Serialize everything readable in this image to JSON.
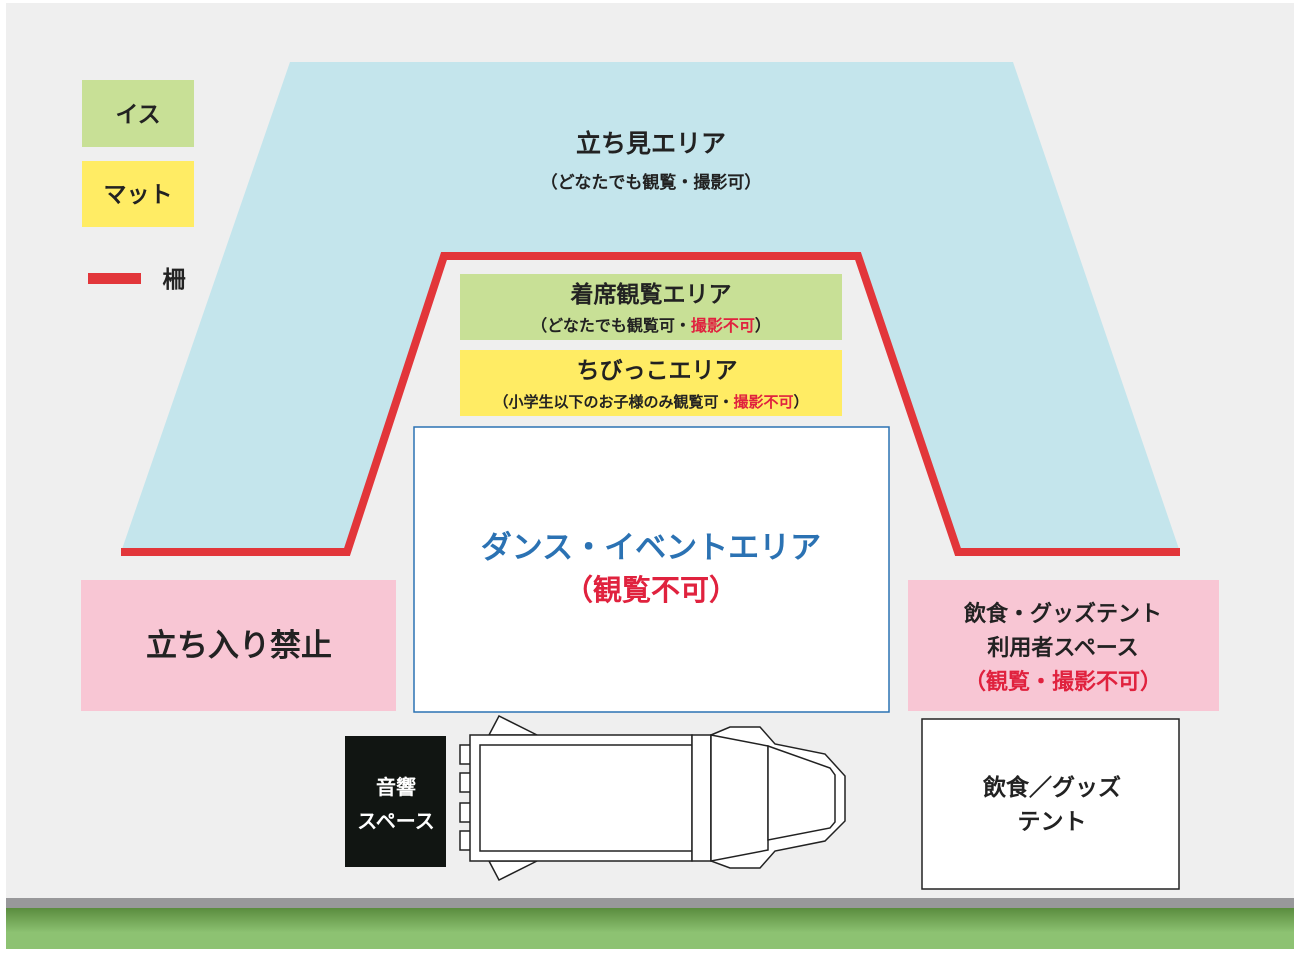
{
  "legend": {
    "chair": "イス",
    "mat": "マット",
    "fence": "柵"
  },
  "standing_area": {
    "title": "立ち見エリア",
    "note": "（どなたでも観覧・撮影可）"
  },
  "seated_area": {
    "title": "着席観覧エリア",
    "note_a": "（どなたでも観覧可・",
    "note_red": "撮影不可",
    "note_b": "）"
  },
  "kids_area": {
    "title": "ちびっこエリア",
    "note_a": "（小学生以下のお子様のみ観覧可・",
    "note_red": "撮影不可",
    "note_b": "）"
  },
  "dance_area": {
    "title": "ダンス・イベントエリア",
    "note": "（観覧不可）"
  },
  "no_entry": "立ち入り禁止",
  "food_space": {
    "line1": "飲食・グッズテント",
    "line2": "利用者スペース",
    "note": "（観覧・撮影不可）"
  },
  "sound_space": {
    "line1": "音響",
    "line2": "スペース"
  },
  "food_tent": {
    "line1": "飲食／グッズ",
    "line2": "テント"
  },
  "colors": {
    "background": "#efefef",
    "standing": "#c4e5ec",
    "chair": "#c8e096",
    "mat": "#ffec64",
    "fence": "#e2363a",
    "pink": "#f8c6d4",
    "dance_text": "#2b72b3",
    "grass": "#8dc272"
  }
}
